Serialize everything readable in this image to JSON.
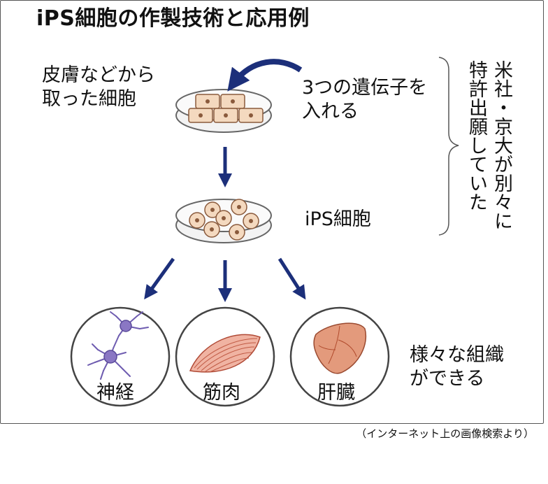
{
  "title": "iPS細胞の作製技術と応用例",
  "labels": {
    "skin_cells": [
      "皮膚などから",
      "取った細胞"
    ],
    "genes": [
      "3つの遺伝子を",
      "入れる"
    ],
    "ips": "iPS細胞",
    "tissues": [
      "様々な組織",
      "ができる"
    ]
  },
  "side_note": {
    "right_column": "米社・京大が別々に",
    "left_column": "特許出願していた"
  },
  "outcomes": [
    {
      "label": "神経",
      "icon": "nerve-cell-icon"
    },
    {
      "label": "筋肉",
      "icon": "muscle-icon"
    },
    {
      "label": "肝臓",
      "icon": "liver-icon"
    }
  ],
  "caption": "（インターネット上の画像検索より）",
  "colors": {
    "arrow": "#1c2f7a",
    "cell_fill": "#f4d9bf",
    "nucleus": "#8a5a3c",
    "muscle": "#d9735f",
    "liver": "#d97c5e",
    "neuron": "#8a77c4"
  }
}
